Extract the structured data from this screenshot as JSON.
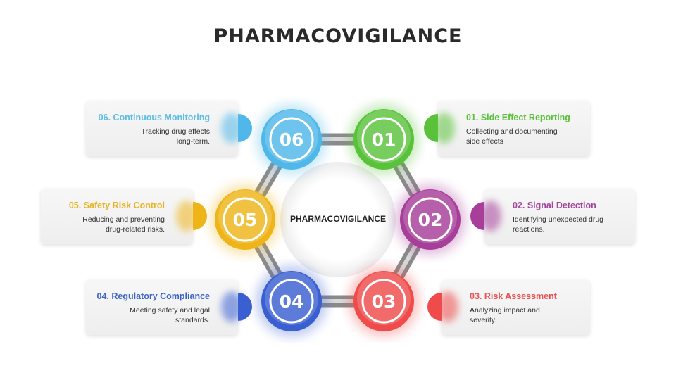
{
  "title": "PHARMACOVIGILANCE",
  "center_label": "PHARMACOVIGILANCE",
  "steps": [
    {
      "num": "01",
      "title": "01. Side Effect Reporting",
      "desc": "Collecting and documenting side effects",
      "color": "#5ac23a"
    },
    {
      "num": "02",
      "title": "02. Signal Detection",
      "desc": "Identifying unexpected drug reactions.",
      "color": "#a63e9a"
    },
    {
      "num": "03",
      "title": "03. Risk Assessment",
      "desc": "Analyzing impact and severity.",
      "color": "#ef4b4b"
    },
    {
      "num": "04",
      "title": "04. Regulatory Compliance",
      "desc": "Meeting safety and legal standards.",
      "color": "#3a5fd0"
    },
    {
      "num": "05",
      "title": "05. Safety Risk Control",
      "desc": "Reducing and preventing drug-related risks.",
      "color": "#eeb418"
    },
    {
      "num": "06",
      "title": "06. Continuous Monitoring",
      "desc": "Tracking drug effects long-term.",
      "color": "#4fb8e8"
    }
  ]
}
